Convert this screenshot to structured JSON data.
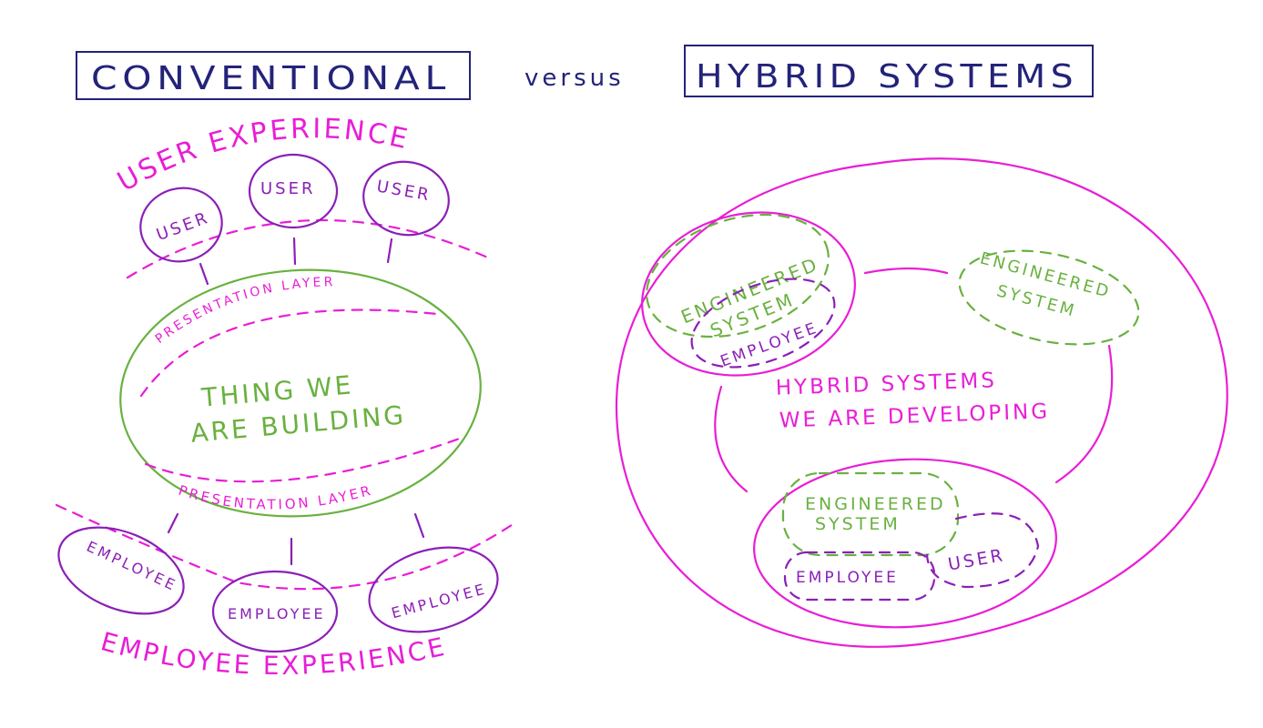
{
  "titles": {
    "conventional": "CONVENTIONAL",
    "versus": "versus",
    "hybrid": "HYBRID SYSTEMS"
  },
  "conventional": {
    "user_experience": "USER EXPERIENCE",
    "users": [
      "USER",
      "USER",
      "USER"
    ],
    "presentation_layer_top": "PRESENTATION LAYER",
    "thing_line1": "THING WE",
    "thing_line2": "ARE BUILDING",
    "presentation_layer_bottom": "PRESENTATION LAYER",
    "employees": [
      "EMPLOYEE",
      "EMPLOYEE",
      "EMPLOYEE"
    ],
    "employee_experience": "EMPLOYEE EXPERIENCE"
  },
  "hybrid": {
    "center_line1": "HYBRID SYSTEMS",
    "center_line2": "WE ARE DEVELOPING",
    "top_left": {
      "engineered_line1": "ENGINEERED",
      "engineered_line2": "SYSTEM",
      "employee": "EMPLOYEE"
    },
    "top_right": {
      "engineered_line1": "ENGINEERED",
      "engineered_line2": "SYSTEM"
    },
    "bottom": {
      "engineered_line1": "ENGINEERED",
      "engineered_line2": "SYSTEM",
      "employee": "EMPLOYEE",
      "user": "USER"
    }
  },
  "colors": {
    "navy": "#23237a",
    "pink": "#e81ed6",
    "green": "#69b13f",
    "purple": "#8b1fb7"
  }
}
